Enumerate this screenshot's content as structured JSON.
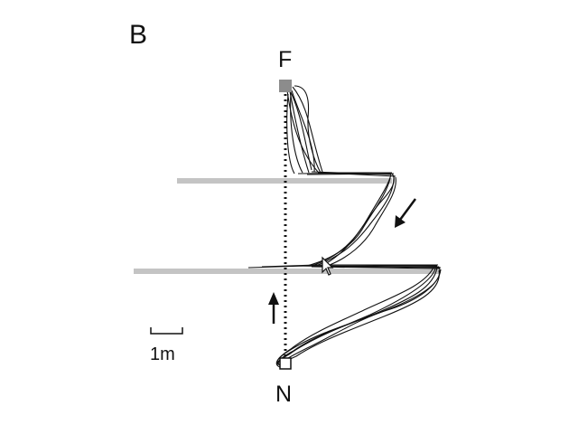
{
  "figure": {
    "panel_label": "B",
    "feeder_label": "F",
    "nest_label": "N",
    "scale_bar_label": "1m"
  },
  "colors": {
    "background": "#ffffff",
    "ink": "#111111",
    "barrier": "#c4c4c4",
    "feeder_marker": "#8c8c8c",
    "nest_marker": "#ffffff"
  },
  "icons": {
    "cursor": "mouse-pointer-icon",
    "arrow_down_left": "arrow-down-left-icon",
    "arrow_up": "arrow-up-icon"
  }
}
